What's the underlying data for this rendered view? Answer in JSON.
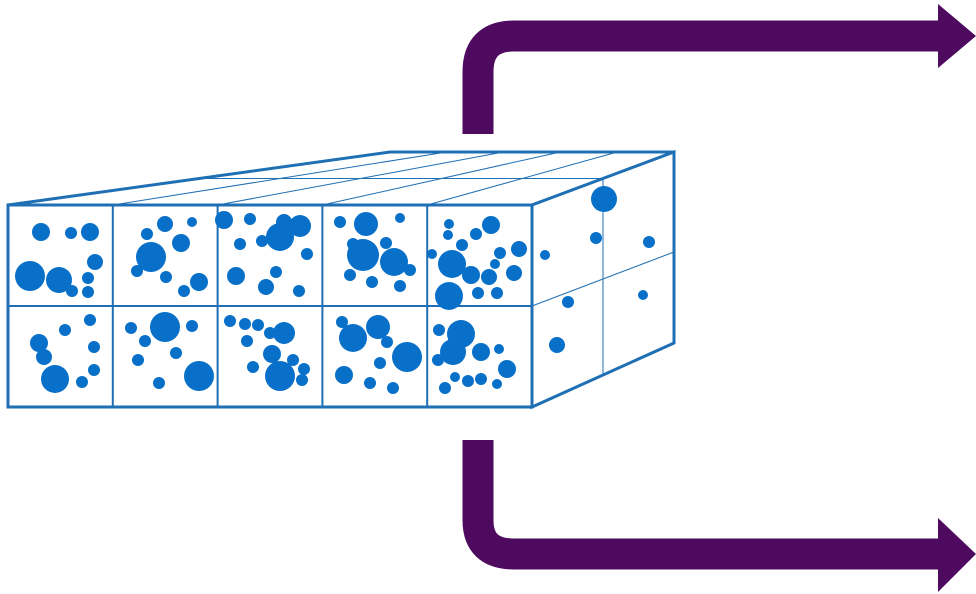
{
  "colors": {
    "background": "#ffffff",
    "block_outline": "#1f6fb4",
    "particle": "#0870c8",
    "arrow": "#4e0a5e"
  },
  "diagram": {
    "block": {
      "columns": 5,
      "rows": 2,
      "depth_cells": 2,
      "style": "wireframe-3d-box-with-particles"
    },
    "arrows": [
      {
        "name": "upper-output-arrow",
        "direction": "up-then-right"
      },
      {
        "name": "lower-output-arrow",
        "direction": "down-then-right"
      }
    ],
    "icons": {
      "particle": "circle",
      "arrow": "bent-arrow"
    }
  }
}
